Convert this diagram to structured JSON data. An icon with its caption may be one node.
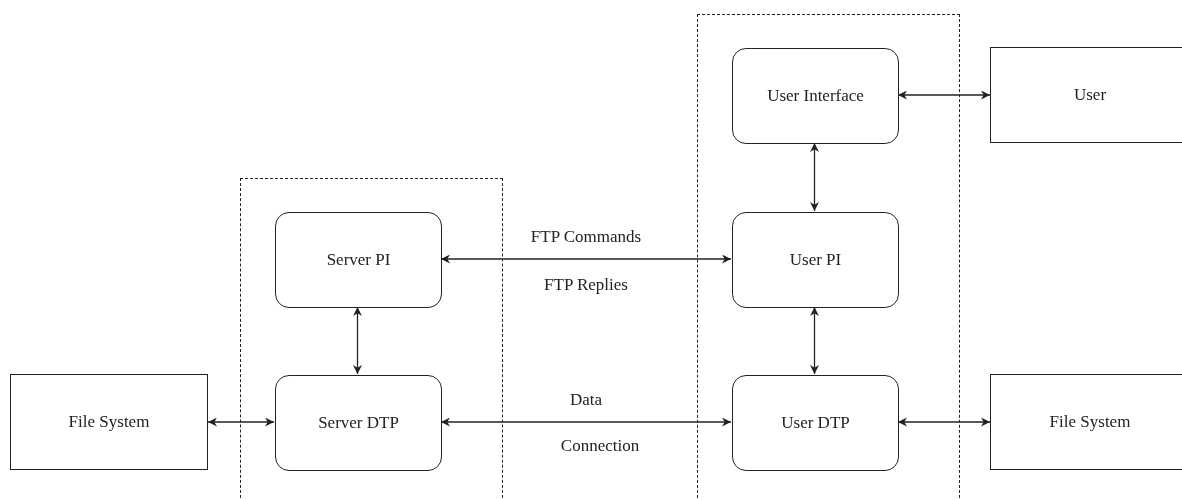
{
  "diagram": {
    "nodes": [
      {
        "text": [],
        "shape": "box"
      },
      {
        "text": [],
        "shape": "box"
      },
      {
        "text": [
          "Server PI"
        ],
        "in": 0
      },
      {
        "text": [
          "Server DTP"
        ],
        "in": 0
      },
      {
        "text": [
          "User Interface"
        ],
        "in": 1
      },
      {
        "text": [
          "User PI"
        ],
        "in": 1
      },
      {
        "text": [
          "User DTP"
        ],
        "in": 1
      },
      {
        "text": [
          "User"
        ]
      },
      {
        "text": [
          "File System"
        ]
      },
      {
        "text": [
          "File System"
        ]
      }
    ],
    "edges": [
      {
        "from": 2,
        "to": 5,
        "arrow": "both",
        "label": "FTP Commands"
      },
      {
        "from": 3,
        "to": 6,
        "arrow": "both",
        "label": "Data"
      },
      {
        "from": 4,
        "to": 7,
        "arrow": "both"
      },
      {
        "from": 4,
        "to": 5,
        "arrow": "both"
      },
      {
        "from": 5,
        "to": 6,
        "arrow": "both"
      },
      {
        "from": 2,
        "to": 3,
        "arrow": "both"
      },
      {
        "from": 8,
        "to": 3,
        "arrow": "both"
      },
      {
        "from": 6,
        "to": 9,
        "arrow": "both"
      }
    ],
    "labels": [
      "FTP Replies",
      "Connection"
    ]
  }
}
